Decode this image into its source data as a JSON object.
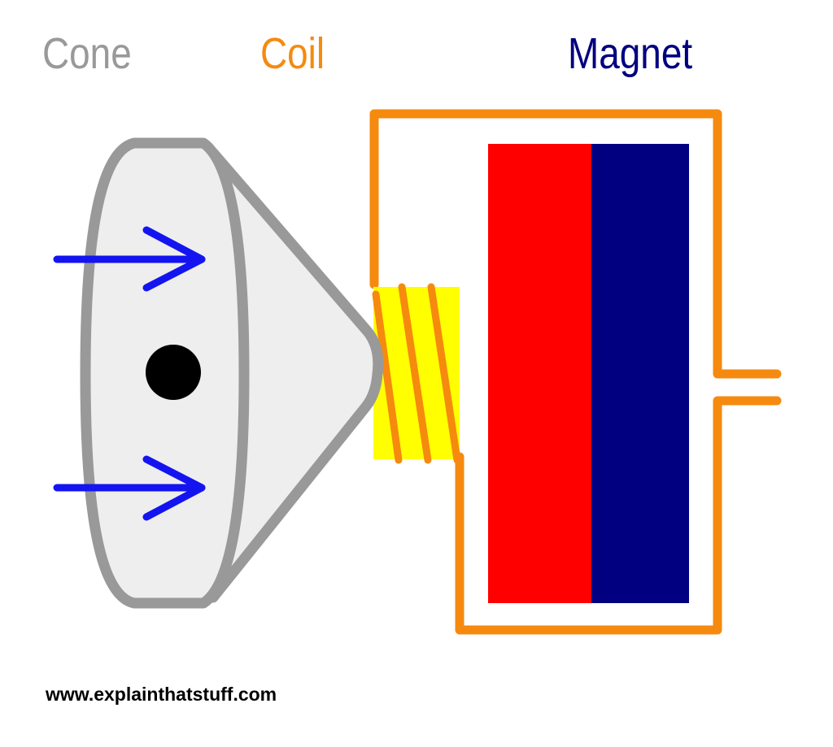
{
  "labels": {
    "cone": "Cone",
    "coil": "Coil",
    "magnet": "Magnet"
  },
  "footer": {
    "website": "www.explainthatstuff.com"
  },
  "colors": {
    "cone_outline": "#999999",
    "cone_fill": "#eeeeee",
    "coil_wire": "#f58a0f",
    "coil_core": "#ffff00",
    "magnet_north": "#ff0000",
    "magnet_south": "#000080",
    "arrow": "#1414f0",
    "dot": "#000000"
  },
  "icons": [
    "arrow-right-icon",
    "arrow-right-icon"
  ]
}
